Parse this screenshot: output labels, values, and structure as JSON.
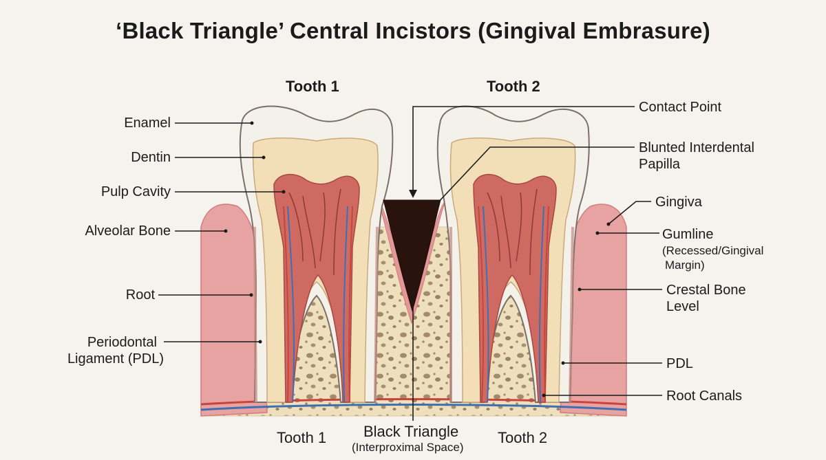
{
  "title": "‘Black Triangle’ Central Incistors (Gingival Embrasure)",
  "colors": {
    "background": "#f6f3ee",
    "enamel": "#f4f1ea",
    "dentin": "#f2dfb8",
    "pulp": "#cf6a63",
    "gingiva": "#e7a2a2",
    "bone": "#efe0bd",
    "black_triangle": "#2a130c",
    "artery": "#c8443c",
    "vein": "#3f6fb0"
  },
  "top_headers": {
    "tooth1": "Tooth 1",
    "tooth2": "Tooth 2"
  },
  "left_labels": {
    "enamel": "Enamel",
    "dentin": "Dentin",
    "pulp_cavity": "Pulp Cavity",
    "alveolar_bone": "Alveolar Bone",
    "root": "Root",
    "pdl_line1": "Periodontal",
    "pdl_line2": "Ligament (PDL)"
  },
  "right_labels": {
    "contact_point": "Contact Point",
    "papilla_line1": "Blunted Interdental",
    "papilla_line2": "Papilla",
    "gingiva": "Gingiva",
    "gumline": "Gumline",
    "gumline_sub1": "(Recessed/Gingival",
    "gumline_sub2": "Margin)",
    "crestal_line1": "Crestal Bone",
    "crestal_line2": "Level",
    "pdl": "PDL",
    "root_canals": "Root Canals"
  },
  "bottom_labels": {
    "tooth1": "Tooth 1",
    "black_triangle": "Black Triangle",
    "interproximal": "(Interproximal Space)",
    "tooth2": "Tooth 2"
  }
}
